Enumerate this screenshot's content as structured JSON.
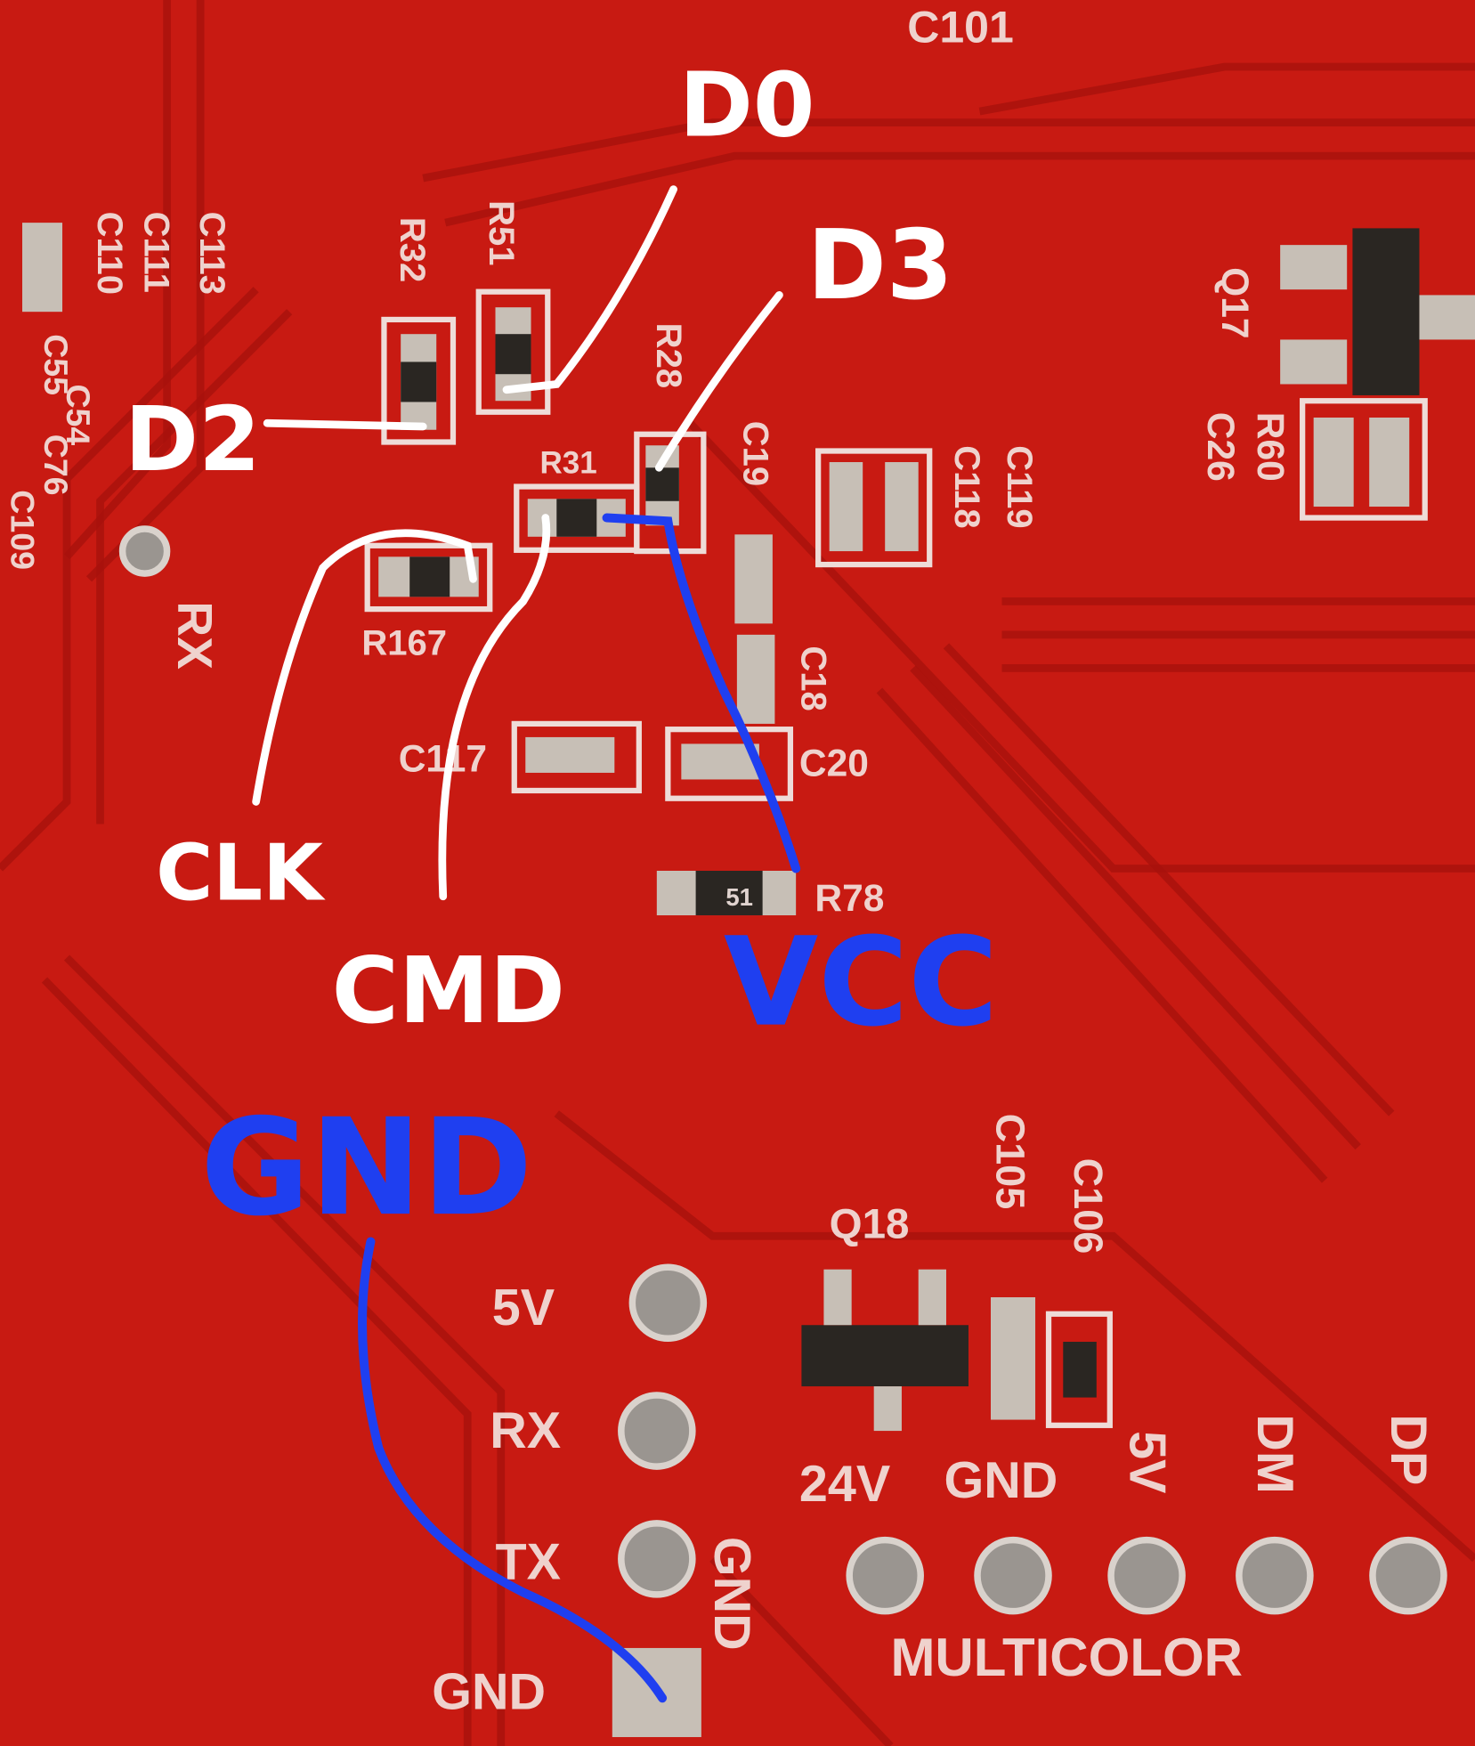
{
  "annotations": {
    "white": {
      "d0": "D0",
      "d3": "D3",
      "d2": "D2",
      "clk": "CLK",
      "cmd": "CMD"
    },
    "blue": {
      "vcc": "VCC",
      "gnd": "GND"
    },
    "colors": {
      "board": "#c81a12",
      "white_ink": "#ffffff",
      "blue_ink": "#1f3ff0"
    }
  },
  "silkscreen": {
    "c101": "C101",
    "r51": "R51",
    "r32": "R32",
    "r28": "R28",
    "r31": "R31",
    "c19": "C19",
    "c118": "C118",
    "c119": "C119",
    "r167": "R167",
    "c117": "C117",
    "c20": "C20",
    "c18": "C18",
    "r78": "R78",
    "rx_left": "RX",
    "q17": "Q17",
    "r60": "R60",
    "c26": "C26",
    "c110": "C110",
    "c111": "C111",
    "c113": "C113",
    "c55": "C55",
    "c54": "C54",
    "c76": "C76",
    "c109": "C109",
    "q18": "Q18",
    "c105": "C105",
    "c106": "C106",
    "header_5v": "5V",
    "header_rx": "RX",
    "header_tx": "TX",
    "header_gnd": "GND",
    "header_gnd_vertical": "GND",
    "bottom_24v": "24V",
    "bottom_gnd": "GND",
    "bottom_5v": "5V",
    "bottom_dm": "DM",
    "bottom_dp": "DP",
    "multicolor": "MULTICOLOR",
    "r78_marking": "51"
  }
}
